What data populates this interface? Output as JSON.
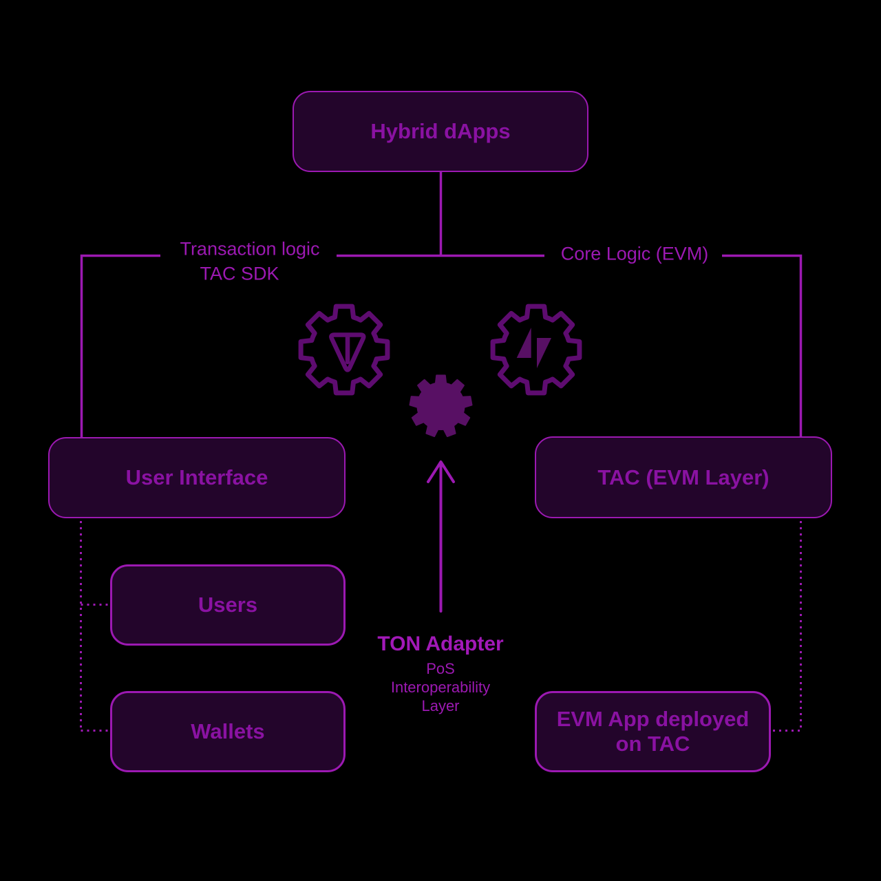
{
  "diagram": {
    "type": "architecture-diagram",
    "nodes": {
      "hybrid_dapps": "Hybrid dApps",
      "user_interface": "User Interface",
      "tac_evm_layer": "TAC (EVM Layer)",
      "users": "Users",
      "wallets": "Wallets",
      "evm_app": "EVM App deployed on TAC"
    },
    "edge_labels": {
      "transaction_logic": "Transaction logic",
      "tac_sdk": "TAC SDK",
      "core_logic": "Core Logic (EVM)"
    },
    "adapter_label": {
      "title": "TON Adapter",
      "subtitle": "PoS\nInteroperability\nLayer"
    },
    "icons": {
      "ton_gear": "gear-with-ton-logo",
      "tac_gear": "gear-with-tac-logo",
      "adapter_gear": "solid-gear"
    },
    "colors": {
      "background": "#000000",
      "line": "#9c19b2",
      "box_fill": "#23052b",
      "box_text": "#8a12a2",
      "gear_outline": "#5e0c70",
      "gear_fill": "#581064"
    }
  }
}
